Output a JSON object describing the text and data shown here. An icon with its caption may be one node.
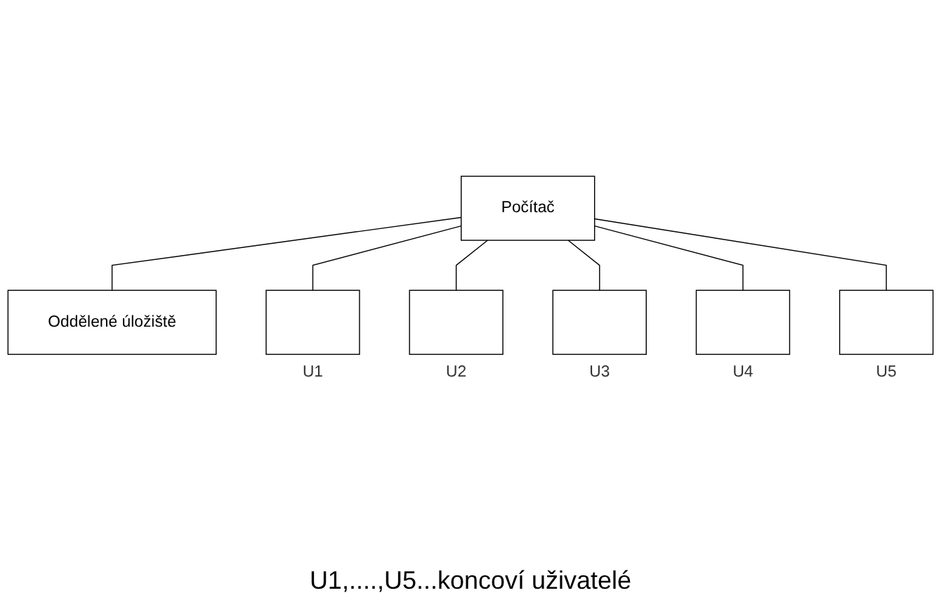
{
  "diagram": {
    "nodes": [
      {
        "text": [
          "Počítač"
        ]
      },
      {
        "text": [
          "Oddělené úložiště"
        ]
      },
      {
        "text": [],
        "shape": "box",
        "beside": [
          "U1"
        ]
      },
      {
        "text": [],
        "shape": "box",
        "beside": [
          "U2"
        ]
      },
      {
        "text": [],
        "shape": "box",
        "beside": [
          "U3"
        ]
      },
      {
        "text": [],
        "shape": "box",
        "beside": [
          "U4"
        ]
      },
      {
        "text": [],
        "shape": "box",
        "beside": [
          "U5"
        ]
      }
    ],
    "edges": [
      {
        "from": 0,
        "to": 1,
        "arrow": "none"
      },
      {
        "from": 0,
        "to": 2,
        "arrow": "none"
      },
      {
        "from": 0,
        "to": 3,
        "arrow": "none"
      },
      {
        "from": 0,
        "to": 4,
        "arrow": "none"
      },
      {
        "from": 0,
        "to": 5,
        "arrow": "none"
      },
      {
        "from": 0,
        "to": 6,
        "arrow": "none"
      }
    ],
    "labels": [
      "U1,....,U5...koncoví uživatelé"
    ]
  }
}
